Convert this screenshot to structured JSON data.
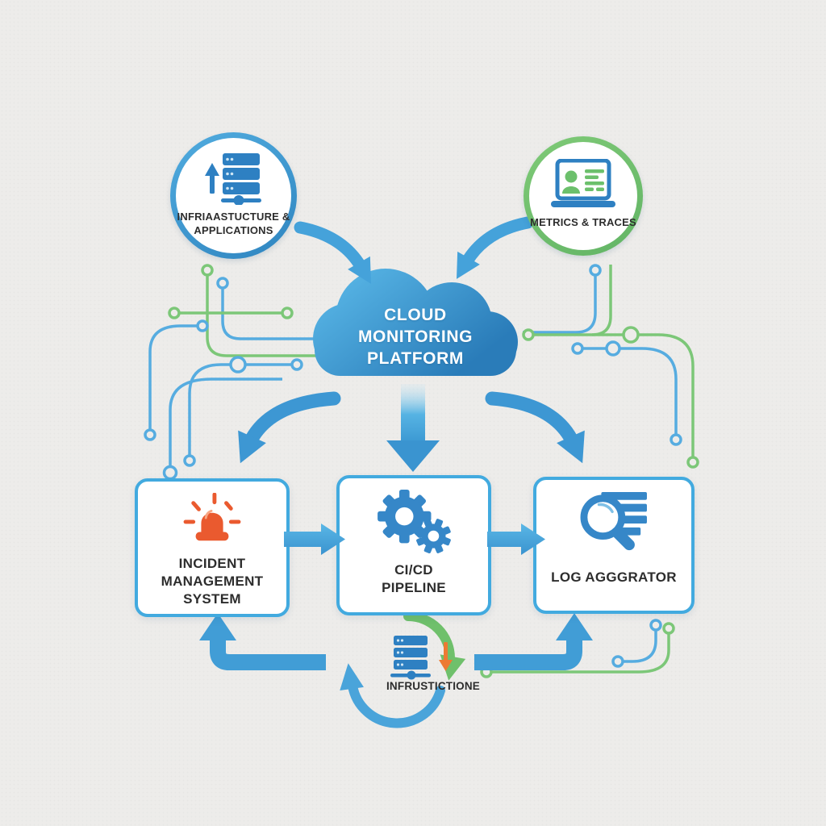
{
  "diagram": {
    "title": "Cloud monitoring platform architecture diagram",
    "background_color": "#edecea",
    "accent_blue": "#3f9fd8",
    "accent_blue_light": "#56b3e3",
    "accent_blue_dark": "#2a7cb9",
    "accent_green": "#74c472",
    "accent_orange": "#ea5a2f",
    "text_color": "#2d2d2d",
    "box_border_color": "#42aadf",
    "nodes": {
      "infrastructure": {
        "icon": "server-stack-up-arrow-icon",
        "shape": "circle",
        "ring_color": "#3e98d4",
        "lines": [
          "INFRIAASTUCTURE &",
          "APPLICATIONS"
        ]
      },
      "metrics": {
        "icon": "laptop-metrics-icon",
        "shape": "circle",
        "ring_color": "#74c472",
        "lines": [
          "METRICS & TRACES"
        ]
      },
      "cloud": {
        "icon": "cloud-shape",
        "shape": "cloud",
        "fill": "#3f9fd8",
        "lines": [
          "CLOUD",
          "MONITORING",
          "PLATFORM"
        ]
      },
      "incident": {
        "icon": "siren-icon",
        "shape": "rounded-box",
        "lines": [
          "INCIDENT",
          "MANAGEMENT",
          "SYSTEM"
        ]
      },
      "cicd": {
        "icon": "gears-icon",
        "shape": "rounded-box",
        "lines": [
          "CI/CD",
          "PIPELINE"
        ]
      },
      "log": {
        "icon": "magnifier-log-icon",
        "shape": "rounded-box",
        "lines": [
          "LOG AGGGRATOR"
        ]
      },
      "infra_loop": {
        "icon": "server-stack-down-arrow-icon",
        "shape": "icon-with-cycle-arrows",
        "lines": [
          "INFRUSTICTIONE"
        ]
      }
    },
    "connections": [
      {
        "from": "infrastructure",
        "to": "cloud",
        "style": "curved-blue-arrow"
      },
      {
        "from": "metrics",
        "to": "cloud",
        "style": "curved-blue-arrow"
      },
      {
        "from": "cloud",
        "to": "incident",
        "style": "curved-blue-arrow"
      },
      {
        "from": "cloud",
        "to": "cicd",
        "style": "straight-blue-arrow-fading-top"
      },
      {
        "from": "cloud",
        "to": "log",
        "style": "curved-blue-arrow"
      },
      {
        "from": "incident",
        "to": "cicd",
        "style": "right-blue-arrow"
      },
      {
        "from": "cicd",
        "to": "log",
        "style": "right-blue-arrow"
      },
      {
        "from": "infra_loop",
        "to": "incident",
        "style": "elbow-blue-arrow-up"
      },
      {
        "from": "infra_loop",
        "to": "log",
        "style": "elbow-blue-arrow-up"
      },
      {
        "around": "infra_loop",
        "style": "cycle-arrows-green-blue"
      }
    ],
    "decorations": "circuit traces in blue and green with hollow node dots on left, right and lower-right"
  }
}
